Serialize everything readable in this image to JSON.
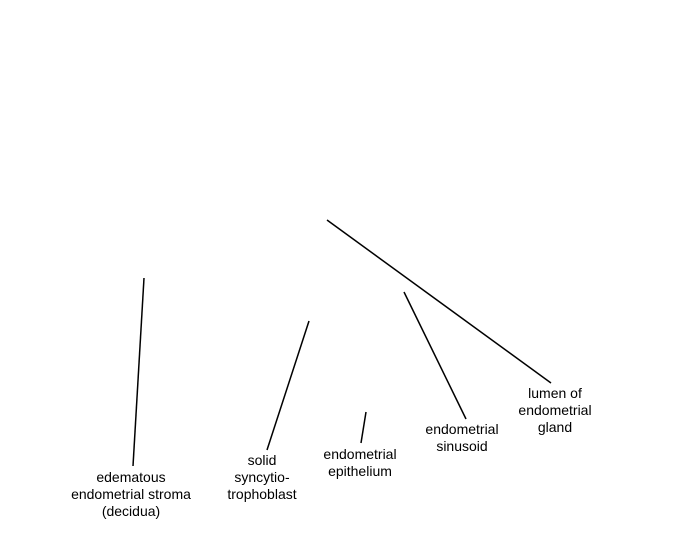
{
  "labels": [
    {
      "id": "stroma",
      "lines": [
        "edematous",
        "endometrial stroma",
        "(decidua)"
      ]
    },
    {
      "id": "syncytio",
      "lines": [
        "solid",
        "syncytio-",
        "trophoblast"
      ]
    },
    {
      "id": "epithelium",
      "lines": [
        "endometrial",
        "epithelium"
      ]
    },
    {
      "id": "sinusoid",
      "lines": [
        "endometrial",
        "sinusoid"
      ]
    },
    {
      "id": "lumen",
      "lines": [
        "lumen of",
        "endometrial",
        "gland"
      ]
    }
  ],
  "colors": {
    "line": "#000000",
    "text": "#000000",
    "background": "#ffffff"
  }
}
